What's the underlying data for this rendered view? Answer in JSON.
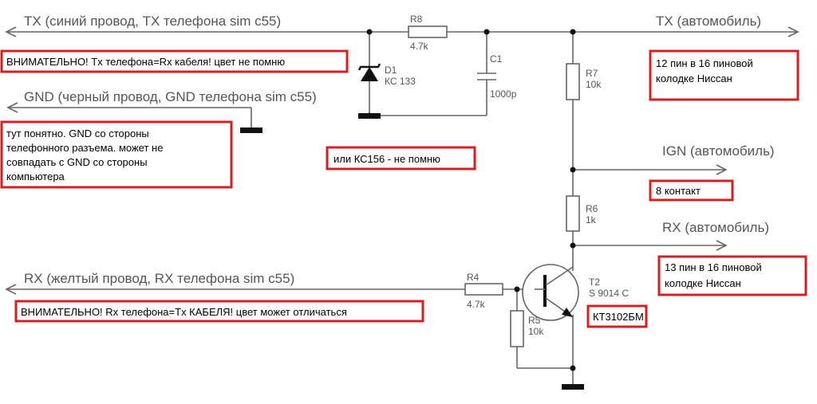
{
  "signals": {
    "tx_phone": "TX (синий провод, TX телефона sim c55)",
    "gnd_phone": "GND (черный провод,  GND телефона sim c55)",
    "rx_phone": "RX (желтый провод, RX телефона sim c55)",
    "tx_car": "TX (автомобиль)",
    "ign_car": "IGN (автомобиль)",
    "rx_car": "RX (автомобиль)"
  },
  "components": {
    "r8": {
      "name": "R8",
      "value": "4.7k"
    },
    "d1": {
      "name": "D1",
      "value": "КС 133"
    },
    "c1": {
      "name": "C1",
      "value": "1000p"
    },
    "r7": {
      "name": "R7",
      "value": "10k"
    },
    "r6": {
      "name": "R6",
      "value": "1k"
    },
    "r4": {
      "name": "R4",
      "value": "4.7k"
    },
    "r5": {
      "name": "R5",
      "value": "10k"
    },
    "t2": {
      "name": "T2",
      "value": "S 9014 C"
    }
  },
  "notes": {
    "tx_warning": "ВНИМАТЕЛЬНО! Tx телефона=Rx кабеля! цвет не помню",
    "gnd_note": [
      "тут понятно. GND со стороны",
      "телефонного разъема. может не",
      "совпадать с GND со стороны",
      "компьютера"
    ],
    "diode_note": "или КС156 - не помню",
    "tx_pin": [
      "12 пин в 16 пиновой",
      "колодке Ниссан"
    ],
    "ign_pin": "8 контакт",
    "rx_pin": [
      "13 пин в 16 пиновой",
      "колодке Ниссан"
    ],
    "rx_warning": "ВНИМАТЕЛЬНО! Rx телефона=Tx КАБЕЛЯ! цвет может отличаться",
    "transistor_alt": "КТ3102БМ"
  }
}
